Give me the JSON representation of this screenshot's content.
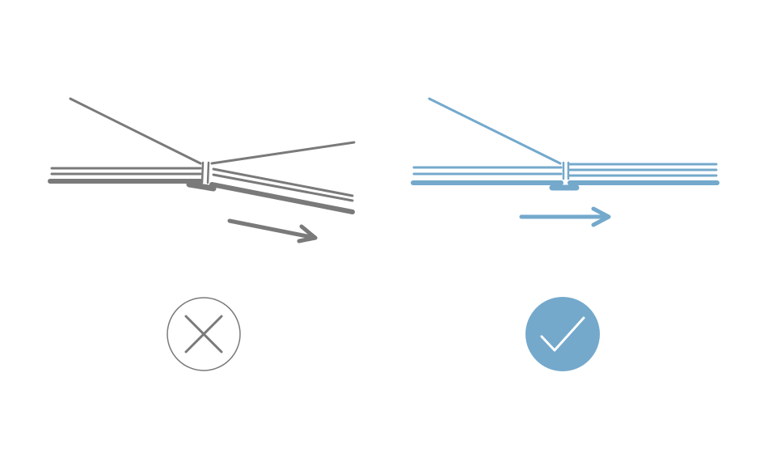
{
  "panels": [
    {
      "id": "incorrect",
      "verdict": "incorrect",
      "icon": "cross-icon",
      "color": "#7a7a7a",
      "background": "#ffffff"
    },
    {
      "id": "correct",
      "verdict": "correct",
      "icon": "checkmark-icon",
      "color": "#74a9cc",
      "background": "#ffffff"
    }
  ]
}
